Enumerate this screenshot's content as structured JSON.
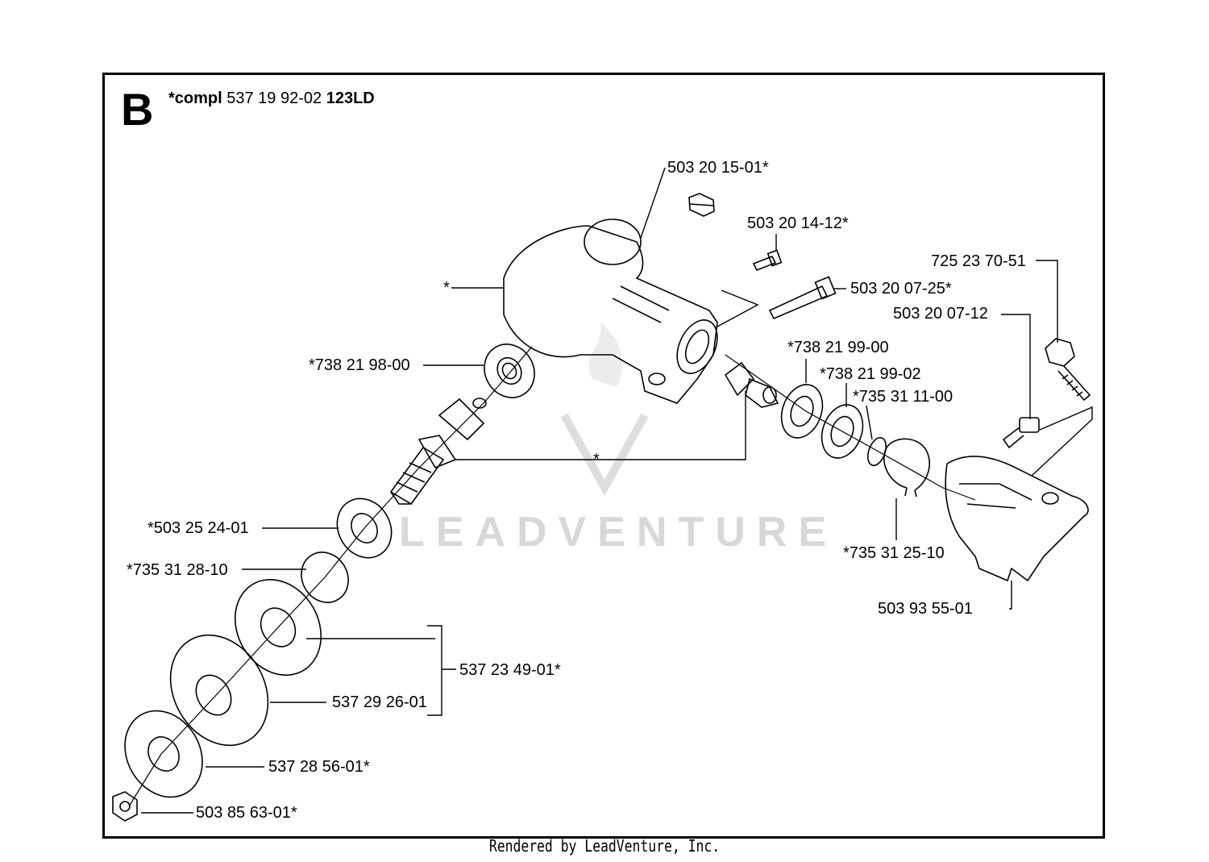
{
  "header": {
    "section_letter": "B",
    "compl_label": "*compl",
    "compl_part": "537 19 92-02",
    "model": "123LD"
  },
  "parts": [
    {
      "key": "p1",
      "number": "503 20 15-01*"
    },
    {
      "key": "p2",
      "number": "503 20 14-12*"
    },
    {
      "key": "p3",
      "number": "503 20 07-25*"
    },
    {
      "key": "p4",
      "number": "725 23 70-51"
    },
    {
      "key": "p5",
      "number": "503 20 07-12"
    },
    {
      "key": "p6",
      "number": "*738 21 99-00"
    },
    {
      "key": "p7",
      "number": "*738 21 99-02"
    },
    {
      "key": "p8",
      "number": "*735 31 11-00"
    },
    {
      "key": "p9",
      "number": "*738 21 98-00"
    },
    {
      "key": "p10",
      "number": "*503 25 24-01"
    },
    {
      "key": "p11",
      "number": "*735 31 28-10"
    },
    {
      "key": "p12",
      "number": "*735 31 25-10"
    },
    {
      "key": "p13",
      "number": "503 93 55-01"
    },
    {
      "key": "p14",
      "number": "537 23 49-01*"
    },
    {
      "key": "p15",
      "number": "537 29 26-01"
    },
    {
      "key": "p16",
      "number": "537 28 56-01*"
    },
    {
      "key": "p17",
      "number": "503 85 63-01*"
    },
    {
      "key": "star_housing",
      "number": "*"
    },
    {
      "key": "star_gears",
      "number": "*"
    }
  ],
  "watermark": "LEADVENTURE",
  "footer": "Rendered by LeadVenture, Inc."
}
